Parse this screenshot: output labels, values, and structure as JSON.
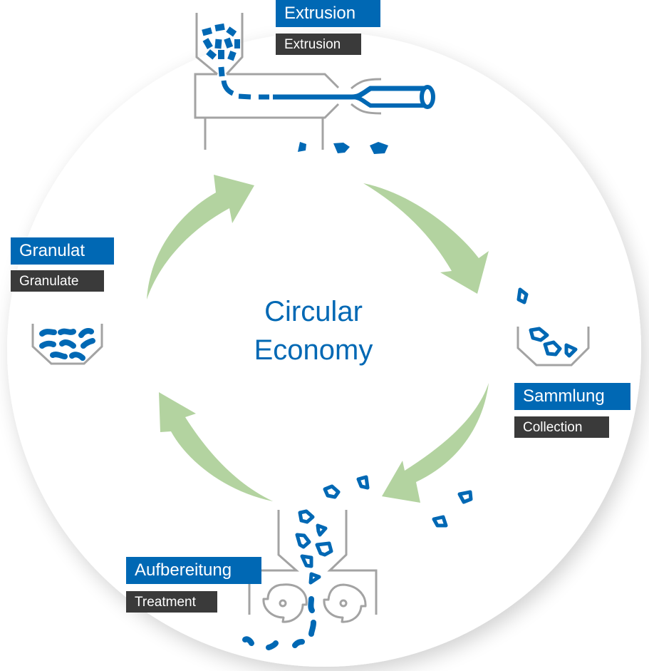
{
  "title": {
    "line1": "Circular",
    "line2": "Economy"
  },
  "stages": [
    {
      "id": "extrusion",
      "label_de": "Extrusion",
      "label_en": "Extrusion",
      "icon": "extruder-icon"
    },
    {
      "id": "collection",
      "label_de": "Sammlung",
      "label_en": "Collection",
      "icon": "collection-bin-icon"
    },
    {
      "id": "treatment",
      "label_de": "Aufbereitung",
      "label_en": "Treatment",
      "icon": "shredder-icon"
    },
    {
      "id": "granulate",
      "label_de": "Granulat",
      "label_en": "Granulate",
      "icon": "granulate-bin-icon"
    }
  ],
  "colors": {
    "primary_blue": "#0068b4",
    "dark_label": "#3a3a3a",
    "arrow_green": "#b3d3a0",
    "machine_gray": "#a3a3a3",
    "background": "#ffffff"
  }
}
